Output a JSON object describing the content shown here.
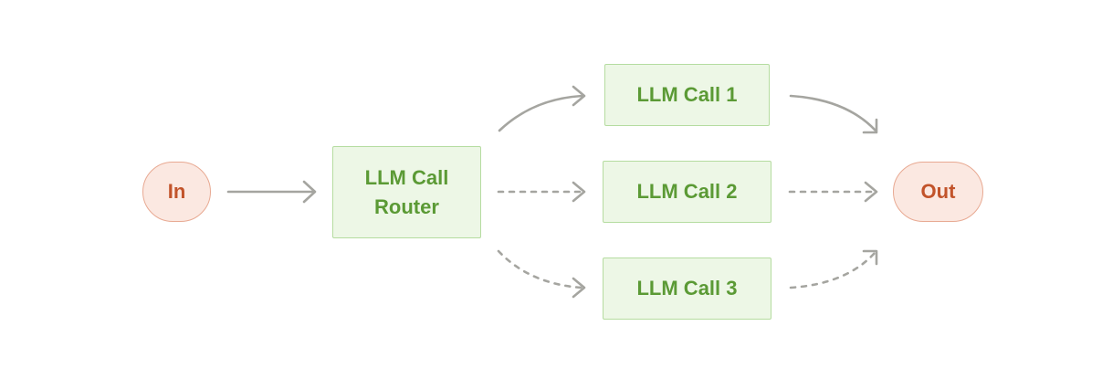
{
  "colors": {
    "terminal_fill": "#fbe8e1",
    "terminal_border": "#e8a992",
    "terminal_text": "#c2532a",
    "llm_fill": "#edf7e6",
    "llm_border": "#b5dca0",
    "llm_text": "#5b9a35",
    "arrow": "#a5a5a0"
  },
  "nodes": {
    "input": {
      "label": "In"
    },
    "router": {
      "label": "LLM Call\nRouter"
    },
    "call_1": {
      "label": "LLM Call 1"
    },
    "call_2": {
      "label": "LLM Call 2"
    },
    "call_3": {
      "label": "LLM Call 3"
    },
    "output": {
      "label": "Out"
    }
  },
  "edges": [
    {
      "from": "input",
      "to": "router",
      "style": "solid"
    },
    {
      "from": "router",
      "to": "call_1",
      "style": "solid"
    },
    {
      "from": "router",
      "to": "call_2",
      "style": "dashed"
    },
    {
      "from": "router",
      "to": "call_3",
      "style": "dashed"
    },
    {
      "from": "call_1",
      "to": "output",
      "style": "solid"
    },
    {
      "from": "call_2",
      "to": "output",
      "style": "dashed"
    },
    {
      "from": "call_3",
      "to": "output",
      "style": "dashed"
    }
  ]
}
